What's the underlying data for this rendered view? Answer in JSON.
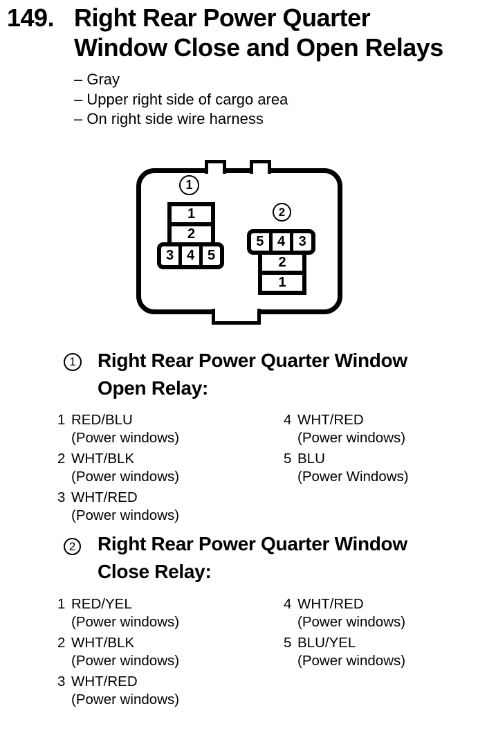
{
  "page": {
    "item_number": "149.",
    "title_lines": [
      "Right Rear Power Quarter",
      "Window Close and Open Relays"
    ],
    "bullets": [
      "– Gray",
      "– Upper right side of cargo area",
      "– On right side wire harness"
    ]
  },
  "diagram": {
    "connector1": {
      "label": "1",
      "upper_cells": [
        "1",
        "2"
      ],
      "lower_cells": [
        "3",
        "4",
        "5"
      ]
    },
    "connector2": {
      "label": "2",
      "upper_cells": [
        "5",
        "4",
        "3"
      ],
      "lower_cells": [
        "2",
        "1"
      ]
    }
  },
  "section1": {
    "label": "1",
    "heading_lines": [
      "Right Rear Power Quarter Window",
      "Open Relay:"
    ],
    "left_pins": [
      {
        "num": "1",
        "color": "RED/BLU",
        "desc": "(Power windows)"
      },
      {
        "num": "2",
        "color": "WHT/BLK",
        "desc": "(Power windows)"
      },
      {
        "num": "3",
        "color": "WHT/RED",
        "desc": "(Power windows)"
      }
    ],
    "right_pins": [
      {
        "num": "4",
        "color": "WHT/RED",
        "desc": "(Power windows)"
      },
      {
        "num": "5",
        "color": "BLU",
        "desc": "(Power Windows)"
      }
    ]
  },
  "section2": {
    "label": "2",
    "heading_lines": [
      "Right Rear Power Quarter Window",
      "Close Relay:"
    ],
    "left_pins": [
      {
        "num": "1",
        "color": "RED/YEL",
        "desc": "(Power windows)"
      },
      {
        "num": "2",
        "color": "WHT/BLK",
        "desc": "(Power windows)"
      },
      {
        "num": "3",
        "color": "WHT/RED",
        "desc": "(Power windows)"
      }
    ],
    "right_pins": [
      {
        "num": "4",
        "color": "WHT/RED",
        "desc": "(Power windows)"
      },
      {
        "num": "5",
        "color": "BLU/YEL",
        "desc": "(Power windows)"
      }
    ]
  },
  "colors": {
    "ink": "#000000",
    "paper": "#ffffff"
  }
}
